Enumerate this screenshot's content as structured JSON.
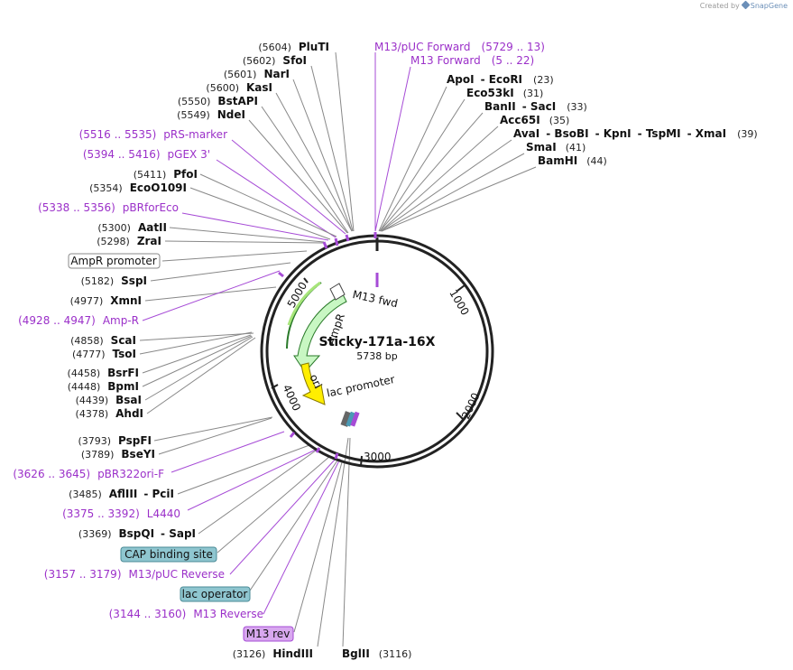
{
  "credit": {
    "text": "Created by",
    "brand": "SnapGene"
  },
  "plasmid": {
    "name": "Sticky-171a-16X",
    "size_label": "5738 bp",
    "length": 5738
  },
  "ticks": [
    {
      "label": "1000",
      "pos": 1000
    },
    {
      "label": "2000",
      "pos": 2000
    },
    {
      "label": "3000",
      "pos": 3000
    },
    {
      "label": "4000",
      "pos": 4000
    },
    {
      "label": "5000",
      "pos": 5000
    }
  ],
  "features": [
    {
      "name": "AmpR",
      "color": "#c8f7c3",
      "stroke": "#2a7a2a"
    },
    {
      "name": "ori",
      "color": "#ffee00",
      "stroke": "#8a7a00"
    },
    {
      "name": "M13 fwd",
      "color": "#a64bd6",
      "stroke": "#a64bd6"
    },
    {
      "name": "lac promoter",
      "color": "#ffffff",
      "stroke": "#444"
    }
  ],
  "labels_right": [
    {
      "type": "primer",
      "name": "M13/pUC Forward",
      "range": "(5729 .. 13)"
    },
    {
      "type": "primer",
      "name": "M13 Forward",
      "range": "(5 .. 22)"
    },
    {
      "type": "enzyme",
      "name": "ApoI",
      "extra": "EcoRI",
      "pos": "(23)"
    },
    {
      "type": "enzyme",
      "name": "Eco53kI",
      "pos": "(31)"
    },
    {
      "type": "enzyme",
      "name": "BanII",
      "extra": "SacI",
      "pos": "(33)"
    },
    {
      "type": "enzyme",
      "name": "Acc65I",
      "pos": "(35)"
    },
    {
      "type": "enzyme",
      "name": "AvaI",
      "extra": "BsoBI",
      "extra2": "KpnI",
      "extra3": "TspMI",
      "extra4": "XmaI",
      "pos": "(39)"
    },
    {
      "type": "enzyme",
      "name": "SmaI",
      "pos": "(41)"
    },
    {
      "type": "enzyme",
      "name": "BamHI",
      "pos": "(44)"
    }
  ],
  "labels_left": [
    {
      "type": "enzyme",
      "name": "PluTI",
      "pos": "(5604)"
    },
    {
      "type": "enzyme",
      "name": "SfoI",
      "pos": "(5602)"
    },
    {
      "type": "enzyme",
      "name": "NarI",
      "pos": "(5601)"
    },
    {
      "type": "enzyme",
      "name": "KasI",
      "pos": "(5600)"
    },
    {
      "type": "enzyme",
      "name": "BstAPI",
      "pos": "(5550)"
    },
    {
      "type": "enzyme",
      "name": "NdeI",
      "pos": "(5549)"
    },
    {
      "type": "primer",
      "name": "pRS-marker",
      "range": "(5516 .. 5535)"
    },
    {
      "type": "primer",
      "name": "pGEX 3'",
      "range": "(5394 .. 5416)"
    },
    {
      "type": "enzyme",
      "name": "PfoI",
      "pos": "(5411)"
    },
    {
      "type": "enzyme",
      "name": "EcoO109I",
      "pos": "(5354)"
    },
    {
      "type": "primer",
      "name": "pBRforEco",
      "range": "(5338 .. 5356)"
    },
    {
      "type": "enzyme",
      "name": "AatII",
      "pos": "(5300)"
    },
    {
      "type": "enzyme",
      "name": "ZraI",
      "pos": "(5298)"
    },
    {
      "type": "boxed",
      "name": "AmpR promoter"
    },
    {
      "type": "enzyme",
      "name": "SspI",
      "pos": "(5182)"
    },
    {
      "type": "enzyme",
      "name": "XmnI",
      "pos": "(4977)"
    },
    {
      "type": "primer",
      "name": "Amp-R",
      "range": "(4928 .. 4947)"
    },
    {
      "type": "enzyme",
      "name": "ScaI",
      "pos": "(4858)"
    },
    {
      "type": "enzyme",
      "name": "TsoI",
      "pos": "(4777)"
    },
    {
      "type": "enzyme",
      "name": "BsrFI",
      "pos": "(4458)"
    },
    {
      "type": "enzyme",
      "name": "BpmI",
      "pos": "(4448)"
    },
    {
      "type": "enzyme",
      "name": "BsaI",
      "pos": "(4439)"
    },
    {
      "type": "enzyme",
      "name": "AhdI",
      "pos": "(4378)"
    },
    {
      "type": "enzyme",
      "name": "PspFI",
      "pos": "(3793)"
    },
    {
      "type": "enzyme",
      "name": "BseYI",
      "pos": "(3789)"
    },
    {
      "type": "primer",
      "name": "pBR322ori-F",
      "range": "(3626 .. 3645)"
    },
    {
      "type": "enzyme",
      "name": "AflIII",
      "extra": "PciI",
      "pos": "(3485)"
    },
    {
      "type": "primer",
      "name": "L4440",
      "range": "(3375 .. 3392)"
    },
    {
      "type": "enzyme",
      "name": "BspQI",
      "extra": "SapI",
      "pos": "(3369)"
    },
    {
      "type": "boxed_teal",
      "name": "CAP binding site"
    },
    {
      "type": "primer",
      "name": "M13/pUC Reverse",
      "range": "(3157 .. 3179)"
    },
    {
      "type": "boxed_teal",
      "name": "lac operator"
    },
    {
      "type": "primer",
      "name": "M13 Reverse",
      "range": "(3144 .. 3160)"
    },
    {
      "type": "boxed_purple",
      "name": "M13 rev"
    },
    {
      "type": "enzyme",
      "name": "HindIII",
      "pos": "(3126)"
    },
    {
      "type": "enzyme",
      "name": "BglII",
      "pos": "(3116)"
    }
  ]
}
